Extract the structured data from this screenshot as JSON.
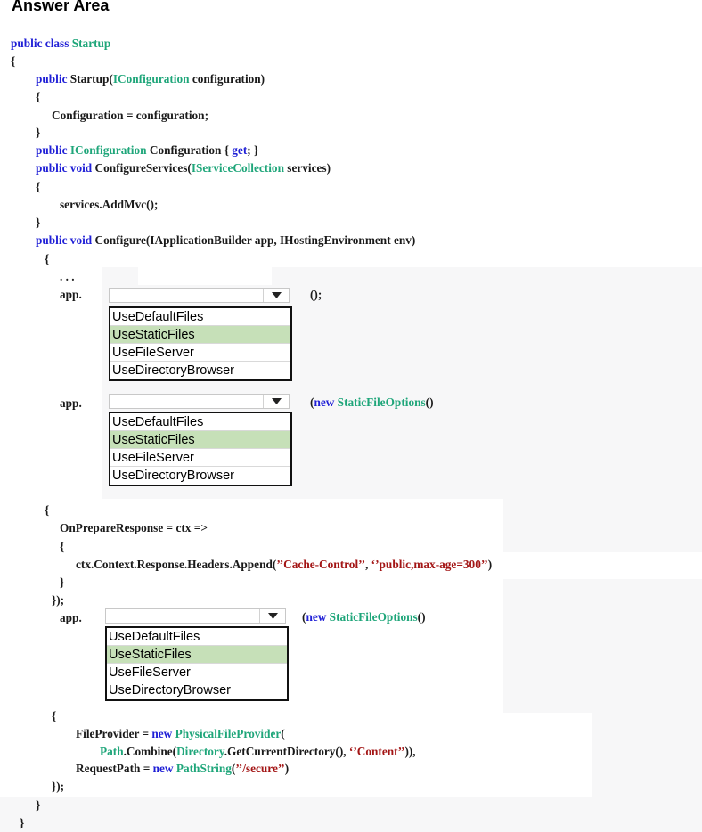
{
  "title": "Answer Area",
  "colors": {
    "keyword": "#1f1fd6",
    "type": "#1fa67a",
    "string": "#a31515",
    "selected_option": "#c6e0b8"
  },
  "code": {
    "l1_kw": "public class",
    "l1_type": "Startup",
    "l2": "{",
    "l3_kw": "public",
    "l3_text": " Startup(",
    "l3_type": "IConfiguration",
    "l3_rest": " configuration)",
    "l4": "{",
    "l5": "Configuration = configuration;",
    "l6": "}",
    "l7_kw": "public",
    "l7_type": "IConfiguration",
    "l7_text": " Configuration { ",
    "l7_kw2": "get",
    "l7_rest": "; }",
    "l8_kw": "public void",
    "l8_text": " ConfigureServices(",
    "l8_type": "IServiceCollection",
    "l8_rest": " services)",
    "l9": "{",
    "l10": "services.AddMvc();",
    "l11": "}",
    "l12_kw": "public void",
    "l12_text": " Configure(IApplicationBuilder app, IHostingEnvironment env)",
    "l13": "{",
    "l14": ". . .",
    "app_prefix": "app.",
    "dd1_suffix": "();",
    "dd2_suffix_kw": "new",
    "dd2_suffix_type": "StaticFileOptions",
    "dd2_suffix_rest": "()",
    "blk1_open": "{",
    "blk1_l1": "OnPrepareResponse = ctx =>",
    "blk1_l2": "{",
    "blk1_l3_text": "ctx.Context.Response.Headers.Append(",
    "blk1_l3_str1": "’’Cache-Control’’",
    "blk1_l3_mid": ", ",
    "blk1_l3_str2": "‘’public,max-age=300’’",
    "blk1_l3_end": ")",
    "blk1_l4": "}",
    "blk1_l5": "});",
    "blk2_open": "{",
    "blk2_l1_text": "FileProvider = ",
    "blk2_l1_kw": "new",
    "blk2_l1_type": "PhysicalFileProvider",
    "blk2_l1_end": "(",
    "blk2_l2_type1": "Path",
    "blk2_l2_text": ".Combine(",
    "blk2_l2_type2": "Directory",
    "blk2_l2_text2": ".GetCurrentDirectory(), ",
    "blk2_l2_str": "‘’Content’’",
    "blk2_l2_end": ")),",
    "blk2_l3_text": "RequestPath = ",
    "blk2_l3_kw": "new",
    "blk2_l3_type": "PathString",
    "blk2_l3_open": "(",
    "blk2_l3_str": "’’/secure’’",
    "blk2_l3_end": ")",
    "blk2_l4": "});",
    "close_method": "}",
    "close_class": "}"
  },
  "dropdowns": [
    {
      "value": "",
      "icon": "chevron-down-icon",
      "options": [
        "UseDefaultFiles",
        "UseStaticFiles",
        "UseFileServer",
        "UseDirectoryBrowser"
      ],
      "highlighted": "UseStaticFiles"
    },
    {
      "value": "",
      "icon": "chevron-down-icon",
      "options": [
        "UseDefaultFiles",
        "UseStaticFiles",
        "UseFileServer",
        "UseDirectoryBrowser"
      ],
      "highlighted": "UseStaticFiles"
    },
    {
      "value": "",
      "icon": "chevron-down-icon",
      "options": [
        "UseDefaultFiles",
        "UseStaticFiles",
        "UseFileServer",
        "UseDirectoryBrowser"
      ],
      "highlighted": "UseStaticFiles"
    }
  ]
}
